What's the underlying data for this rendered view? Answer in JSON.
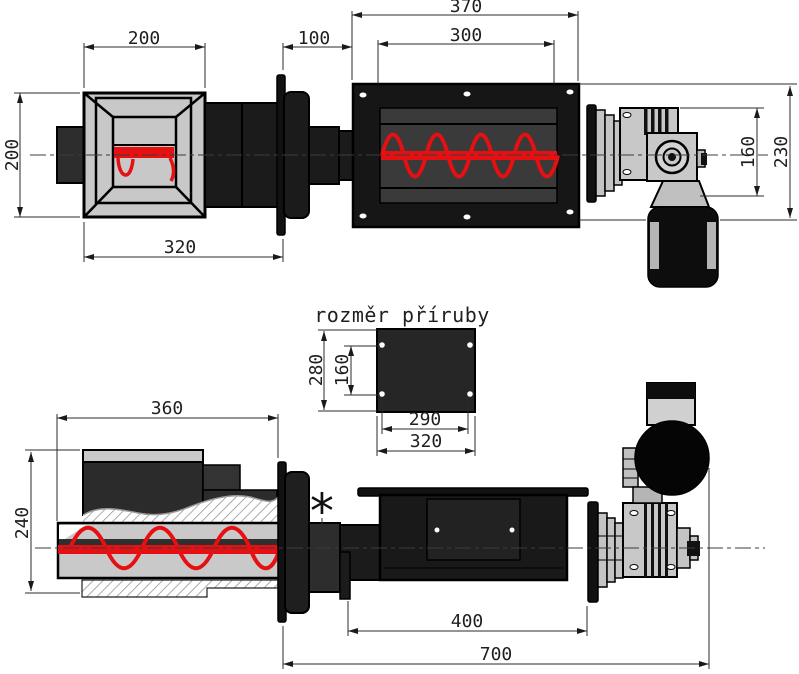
{
  "flange_detail": {
    "title": "rozměr příruby",
    "dim_outer_height": "280",
    "dim_bolt_vertical": "160",
    "dim_bolt_horizontal": "290",
    "dim_outer_width": "320"
  },
  "top_view": {
    "dim_hopper_width": "200",
    "dim_gap": "100",
    "dim_housing_length": "370",
    "dim_housing_inner": "300",
    "dim_hopper_depth": "200",
    "dim_inlet_assembly": "320",
    "dim_gear_height": "160",
    "dim_total_height": "230"
  },
  "side_view": {
    "dim_inlet_length": "360",
    "dim_inlet_height": "240",
    "dim_tube_length": "400",
    "dim_total_length": "700",
    "note_marker": "*"
  },
  "colors": {
    "screw_red": "#e60f12",
    "body_black": "#161616",
    "panel_gray": "#3a3a3a",
    "light_gray": "#c8c8c8"
  }
}
